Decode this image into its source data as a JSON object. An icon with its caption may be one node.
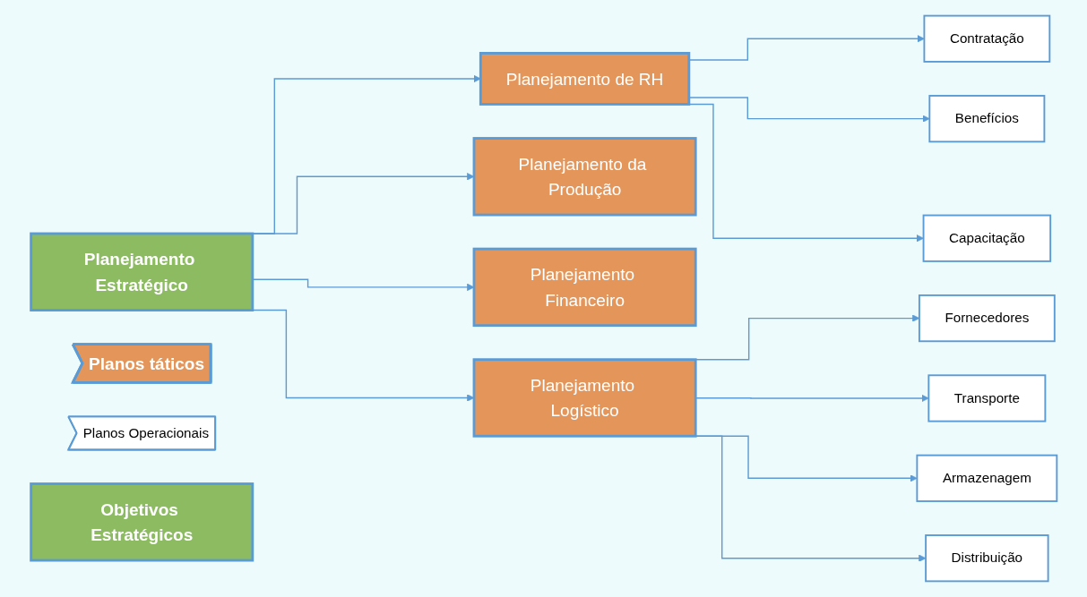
{
  "diagram": {
    "nodes": [
      {
        "text": [
          "Planejamento Estratégico"
        ]
      },
      {
        "text": [
          "Planos táticos"
        ]
      },
      {
        "text": [
          "Planos Operacionais"
        ]
      },
      {
        "text": [
          "Planejamento de RH"
        ]
      },
      {
        "text": [
          "Planejamento da Produção"
        ]
      },
      {
        "text": [
          "Planejamento Financeiro"
        ]
      },
      {
        "text": [
          "Planejamento Logístico"
        ]
      },
      {
        "text": [
          "Contratação"
        ]
      },
      {
        "text": [
          "Benefícios"
        ]
      },
      {
        "text": [
          "Capacitação"
        ]
      },
      {
        "text": [
          "Fornecedores"
        ]
      },
      {
        "text": [
          "Transporte"
        ]
      },
      {
        "text": [
          "Armazenagem"
        ]
      },
      {
        "text": [
          "Distribuição"
        ]
      },
      {
        "text": [
          "Objetivos Estratégicos"
        ]
      }
    ],
    "edges": [
      {
        "from": 0,
        "to": 3,
        "arrow": "to"
      },
      {
        "from": 0,
        "to": 4,
        "arrow": "to"
      },
      {
        "from": 0,
        "to": 5,
        "arrow": "to"
      },
      {
        "from": 0,
        "to": 6,
        "arrow": "to"
      },
      {
        "from": 3,
        "to": 7,
        "arrow": "to"
      },
      {
        "from": 3,
        "to": 8,
        "arrow": "to"
      },
      {
        "from": 3,
        "to": 9,
        "arrow": "to"
      },
      {
        "from": 6,
        "to": 10,
        "arrow": "to"
      },
      {
        "from": 6,
        "to": 11,
        "arrow": "to"
      },
      {
        "from": 6,
        "to": 12,
        "arrow": "to"
      },
      {
        "from": 6,
        "to": 13,
        "arrow": "to"
      }
    ]
  }
}
